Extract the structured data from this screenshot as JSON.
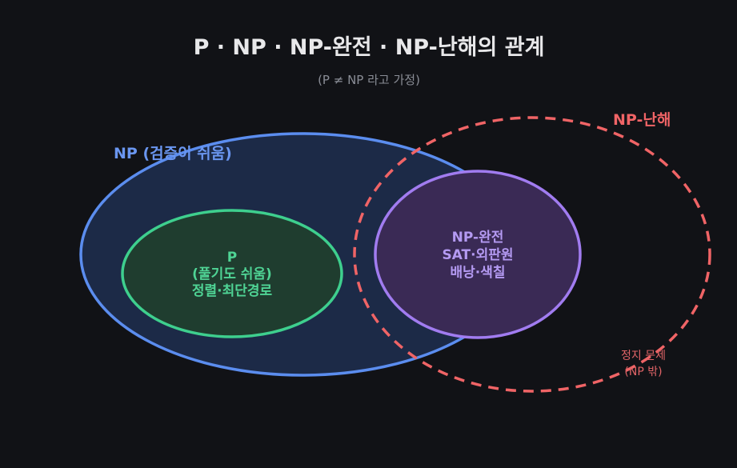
{
  "title": "P · NP · NP-완전 · NP-난해의 관계",
  "subtitle": "(P ≠ NP 라고 가정)",
  "sets": {
    "np": {
      "label": "NP (검증이 쉬움)",
      "stroke": "#5b8def",
      "fill": "#1c2a47"
    },
    "p": {
      "lines": [
        "P",
        "(풀기도 쉬움)",
        "정렬·최단경로"
      ],
      "stroke": "#3ecf8e",
      "fill": "#1f3d2f"
    },
    "np_complete": {
      "lines": [
        "NP-완전",
        "SAT·외판원",
        "배낭·색칠"
      ],
      "stroke": "#a17cf0",
      "fill": "#3a2a55"
    },
    "np_hard": {
      "label": "NP-난해",
      "stroke": "#f06466"
    }
  },
  "outside_note": {
    "lines": [
      "정지 문제",
      "(NP 밖)"
    ],
    "color": "#e06467"
  },
  "colors": {
    "background": "#111216",
    "title": "#e8e8ea",
    "subtitle": "#8a8d96",
    "np_label": "#6a96f0",
    "p_text": "#4fd495",
    "npc_text": "#b49af2",
    "np_hard_label": "#f06466"
  }
}
